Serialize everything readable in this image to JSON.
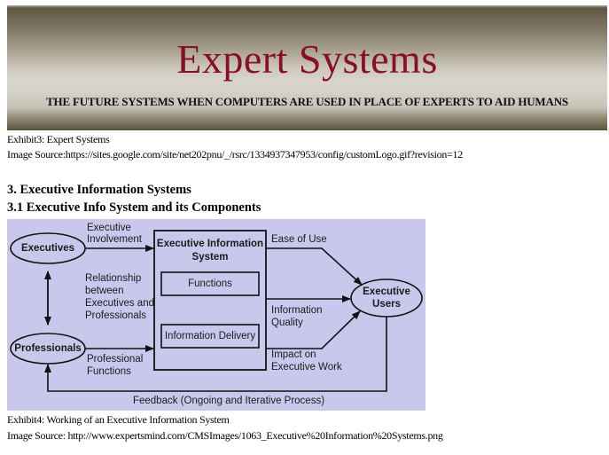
{
  "banner": {
    "title": "Expert Systems",
    "subtitle": "THE FUTURE SYSTEMS WHEN COMPUTERS ARE USED IN PLACE OF EXPERTS TO AID HUMANS",
    "title_color": "#8a0e24"
  },
  "exhibit3": {
    "caption": "Exhibit3: Expert Systems",
    "source": "Image Source:https://sites.google.com/site/net202pnu/_/rsrc/1334937347953/config/customLogo.gif?revision=12"
  },
  "section": {
    "heading": "3. Executive Information Systems",
    "subheading": "3.1 Executive Info System and its Components"
  },
  "diagram": {
    "background": "#c9c8ec",
    "nodes": {
      "executives": "Executives",
      "professionals": "Professionals",
      "eis_title_line1": "Executive Information",
      "eis_title_line2": "System",
      "functions": "Functions",
      "information_delivery": "Information Delivery",
      "executive_users_line1": "Executive",
      "executive_users_line2": "Users"
    },
    "labels": {
      "exec_involvement_line1": "Executive",
      "exec_involvement_line2": "Involvement",
      "relationship_line1": "Relationship",
      "relationship_line2": "between",
      "relationship_line3": "Executives and",
      "relationship_line4": "Professionals",
      "prof_functions_line1": "Professional",
      "prof_functions_line2": "Functions",
      "ease_of_use": "Ease of Use",
      "info_quality_line1": "Information",
      "info_quality_line2": "Quality",
      "impact_line1": "Impact on",
      "impact_line2": "Executive Work",
      "feedback": "Feedback (Ongoing and Iterative Process)"
    }
  },
  "exhibit4": {
    "caption": "Exhibit4: Working of an Executive Information System",
    "source": "Image Source: http://www.expertsmind.com/CMSImages/1063_Executive%20Information%20Systems.png"
  }
}
